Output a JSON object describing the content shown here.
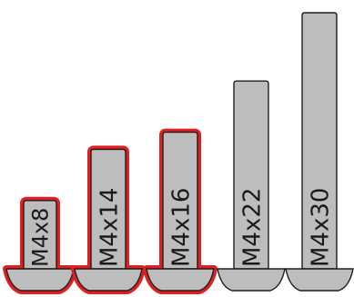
{
  "screws": [
    {
      "label": "M4x8",
      "length_mm": 8,
      "highlighted": true
    },
    {
      "label": "M4x14",
      "length_mm": 14,
      "highlighted": true
    },
    {
      "label": "M4x16",
      "length_mm": 16,
      "highlighted": true
    },
    {
      "label": "M4x22",
      "length_mm": 22,
      "highlighted": false
    },
    {
      "label": "M4x30",
      "length_mm": 30,
      "highlighted": false
    }
  ],
  "colors": {
    "metal": "#bdbdbd",
    "outline": "#1e1e1e",
    "highlight": "#e02020",
    "text": "#1a1a1a"
  }
}
